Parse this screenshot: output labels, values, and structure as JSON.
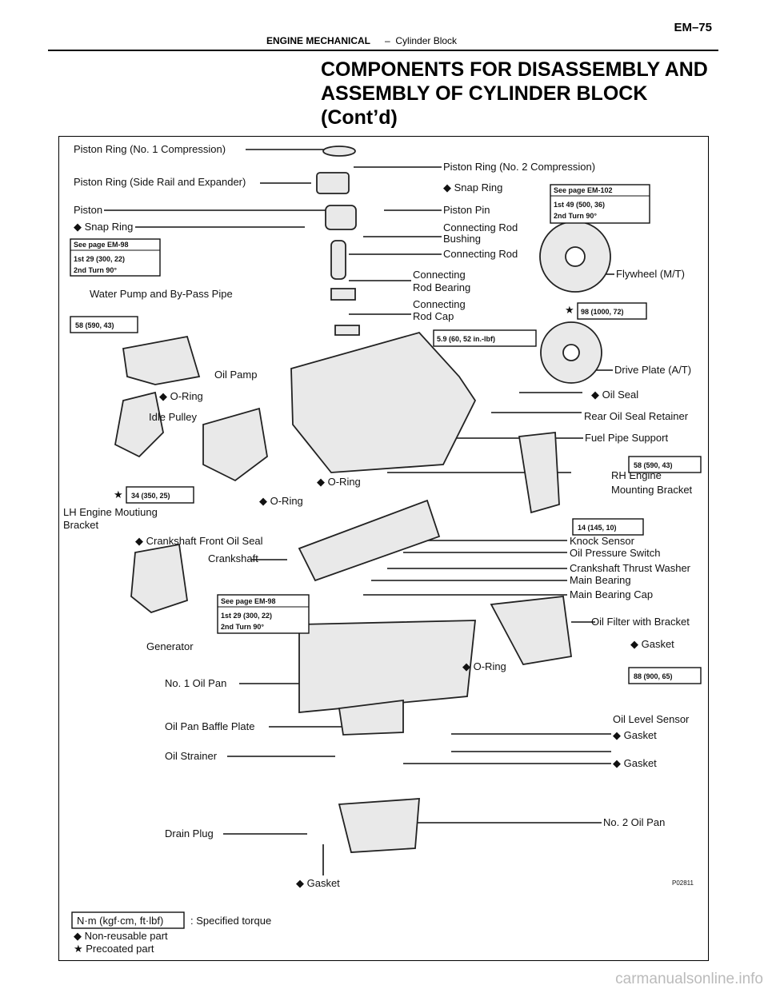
{
  "header": {
    "section": "ENGINE MECHANICAL",
    "separator": "–",
    "subsection": "Cylinder Block",
    "page": "EM–75"
  },
  "title": {
    "line1": "COMPONENTS FOR DISASSEMBLY AND",
    "line2": "ASSEMBLY OF CYLINDER BLOCK",
    "line3": "(Cont’d)"
  },
  "figure": {
    "code": "P02811",
    "labels": {
      "piston_ring_no1": "Piston Ring (No. 1 Compression)",
      "piston_ring_side": "Piston Ring (Side Rail and Expander)",
      "piston": "Piston",
      "snap_ring_left": "◆ Snap Ring",
      "piston_ring_no2": "Piston Ring (No. 2 Compression)",
      "snap_ring_right": "◆ Snap Ring",
      "piston_pin": "Piston Pin",
      "conrod_bushing_1": "Connecting Rod",
      "conrod_bushing_2": "Bushing",
      "conrod": "Connecting Rod",
      "conrod_bearing_1": "Connecting",
      "conrod_bearing_2": "Rod Bearing",
      "conrod_cap_1": "Connecting",
      "conrod_cap_2": "Rod Cap",
      "water_pump": "Water Pump and By-Pass Pipe",
      "flywheel": "Flywheel (M/T)",
      "drive_plate": "Drive Plate (A/T)",
      "oil_pump": "Oil Pamp",
      "o_ring_1": "◆ O-Ring",
      "idle_pulley": "Idle Pulley",
      "oil_seal": "◆ Oil Seal",
      "rear_oil_seal_retainer": "Rear Oil Seal Retainer",
      "fuel_pipe_support": "Fuel Pipe Support",
      "o_ring_2": "◆ O-Ring",
      "o_ring_3": "◆ O-Ring",
      "rh_mount_1": "RH Engine",
      "rh_mount_2": "Mounting Bracket",
      "lh_mount_1": "LH Engine Moutiung",
      "lh_mount_2": "Bracket",
      "crank_front_seal": "◆ Crankshaft Front Oil Seal",
      "crankshaft": "Crankshaft",
      "knock_sensor": "Knock Sensor",
      "oil_pressure_switch": "Oil Pressure Switch",
      "thrust_washer": "Crankshaft Thrust Washer",
      "main_bearing": "Main Bearing",
      "main_bearing_cap": "Main Bearing Cap",
      "oil_filter": "Oil Filter with Bracket",
      "gasket_1": "◆ Gasket",
      "generator": "Generator",
      "o_ring_4": "◆ O-Ring",
      "no1_oil_pan": "No. 1 Oil Pan",
      "oil_level_sensor": "Oil Level Sensor",
      "baffle_plate": "Oil Pan Baffle Plate",
      "gasket_2": "◆ Gasket",
      "oil_strainer": "Oil Strainer",
      "gasket_3": "◆ Gasket",
      "no2_oil_pan": "No. 2 Oil Pan",
      "drain_plug": "Drain Plug",
      "gasket_4": "◆ Gasket"
    },
    "torque_boxes": {
      "em102_ref": "See page EM-102",
      "em102_1st": "1st   49 (500, 36)",
      "em102_2nd": "2nd  Turn 90°",
      "em98a_ref": "See page EM-98",
      "em98a_1st": "1st   29 (300, 22)",
      "em98a_2nd": "2nd  Turn 90°",
      "t58_left": "58 (590, 43)",
      "t98": "98 (1000, 72)",
      "t5_9": "5.9 (60, 52 in.-lbf)",
      "t34": "34 (350, 25)",
      "t58_right": "58 (590, 43)",
      "t14": "14 (145, 10)",
      "em98b_ref": "See page EM-98",
      "em98b_1st": "1st   29 (300, 22)",
      "em98b_2nd": "2nd  Turn 90°",
      "t88": "88 (900, 65)"
    },
    "legend": {
      "torque_box": "N·m (kgf·cm, ft·lbf)",
      "torque_text": ":  Specified torque",
      "non_reusable": "◆  Non-reusable part",
      "precoated": "★  Precoated part"
    }
  },
  "watermark": "carmanualsonline.info"
}
